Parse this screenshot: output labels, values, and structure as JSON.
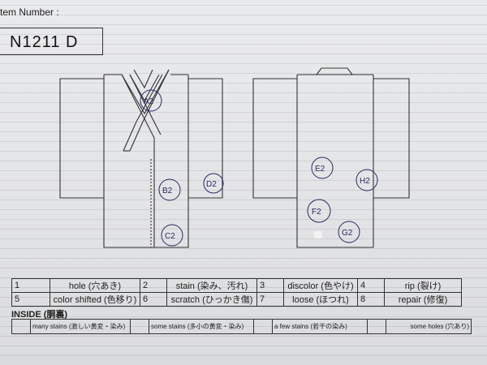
{
  "header": {
    "item_number_label": "tem Number :",
    "item_number_value": "N1211  D"
  },
  "front_marks": [
    "A2",
    "B2",
    "C2",
    "D2"
  ],
  "back_marks": [
    "E2",
    "F2",
    "G2",
    "H2"
  ],
  "legend": [
    {
      "num": "1",
      "text": "hole (穴あき)",
      "num2": "2",
      "text2": "stain (染み、汚れ)",
      "num3": "3",
      "text3": "discolor (色やけ)",
      "num4": "4",
      "text4": "rip (裂け)"
    },
    {
      "num": "5",
      "text": "color shifted (色移り)",
      "num2": "6",
      "text2": "scratch (ひっかき傷)",
      "num3": "7",
      "text3": "loose (ほつれ)",
      "num4": "8",
      "text4": "repair (修復)"
    }
  ],
  "inside": {
    "label": "INSIDE (胴裏)",
    "options": [
      "many stains (激しい黄変・染み)",
      "some stains (多小の黄変・染み)",
      "a few stains (若干の染み)",
      "some holes (穴あり)"
    ]
  }
}
